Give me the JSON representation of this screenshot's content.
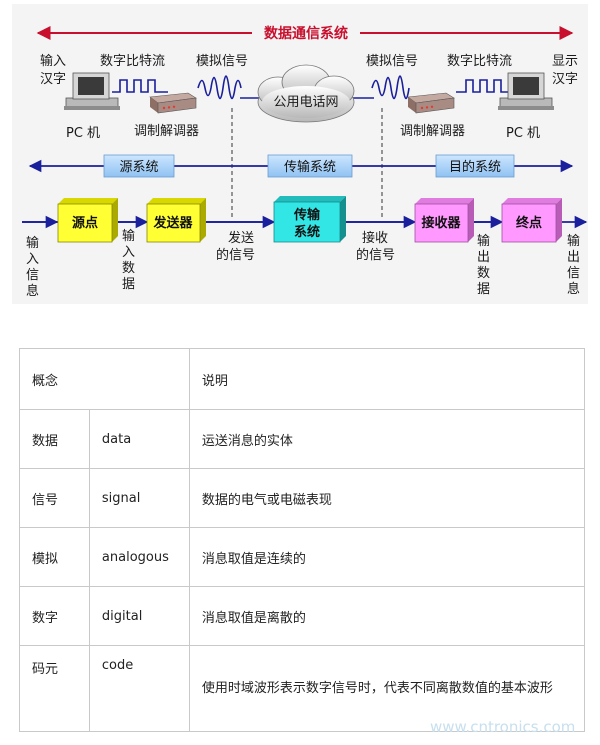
{
  "diagram": {
    "title": "数据通信系统",
    "top_labels": {
      "input_chinese": [
        "输入",
        "汉字"
      ],
      "digital_stream_left": "数字比特流",
      "analog_signal_left": "模拟信号",
      "analog_signal_right": "模拟信号",
      "digital_stream_right": "数字比特流",
      "display_chinese": [
        "显示",
        "汉字"
      ],
      "pc_left": "PC 机",
      "pc_right": "PC 机",
      "modem_left": "调制解调器",
      "modem_right": "调制解调器",
      "cloud": "公用电话网"
    },
    "subsystems": {
      "source": "源系统",
      "transmission": "传输系统",
      "destination": "目的系统"
    },
    "blocks": {
      "source_point": "源点",
      "transmitter": "发送器",
      "transmission": [
        "传输",
        "系统"
      ],
      "receiver": "接收器",
      "destination_point": "终点"
    },
    "flow_labels": {
      "input_info": [
        "输",
        "入",
        "信",
        "息"
      ],
      "input_data": [
        "输",
        "入",
        "数",
        "据"
      ],
      "sent_signal": [
        "发送",
        "的信号"
      ],
      "received_signal": [
        "接收",
        "的信号"
      ],
      "output_data": [
        "输",
        "出",
        "数",
        "据"
      ],
      "output_info": [
        "输",
        "出",
        "信",
        "息"
      ]
    },
    "colors": {
      "title_red": "#c8102e",
      "block_yellow": "#ffff33",
      "block_cyan": "#33e6e6",
      "block_magenta": "#ff99ff",
      "line_blue": "#1a1f9c"
    }
  },
  "table": {
    "header": {
      "concept": "概念",
      "description": "说明"
    },
    "rows": [
      {
        "term": "数据",
        "english": "data",
        "desc": "运送消息的实体"
      },
      {
        "term": "信号",
        "english": "signal",
        "desc": "数据的电气或电磁表现"
      },
      {
        "term": "模拟",
        "english": "analogous",
        "desc": "消息取值是连续的"
      },
      {
        "term": "数字",
        "english": "digital",
        "desc": "消息取值是离散的"
      },
      {
        "term": "码元",
        "english": "code",
        "desc": "使用时域波形表示数字信号时，代表不同离散数值的基本波形"
      }
    ]
  },
  "watermark": "www.cntronics.com"
}
